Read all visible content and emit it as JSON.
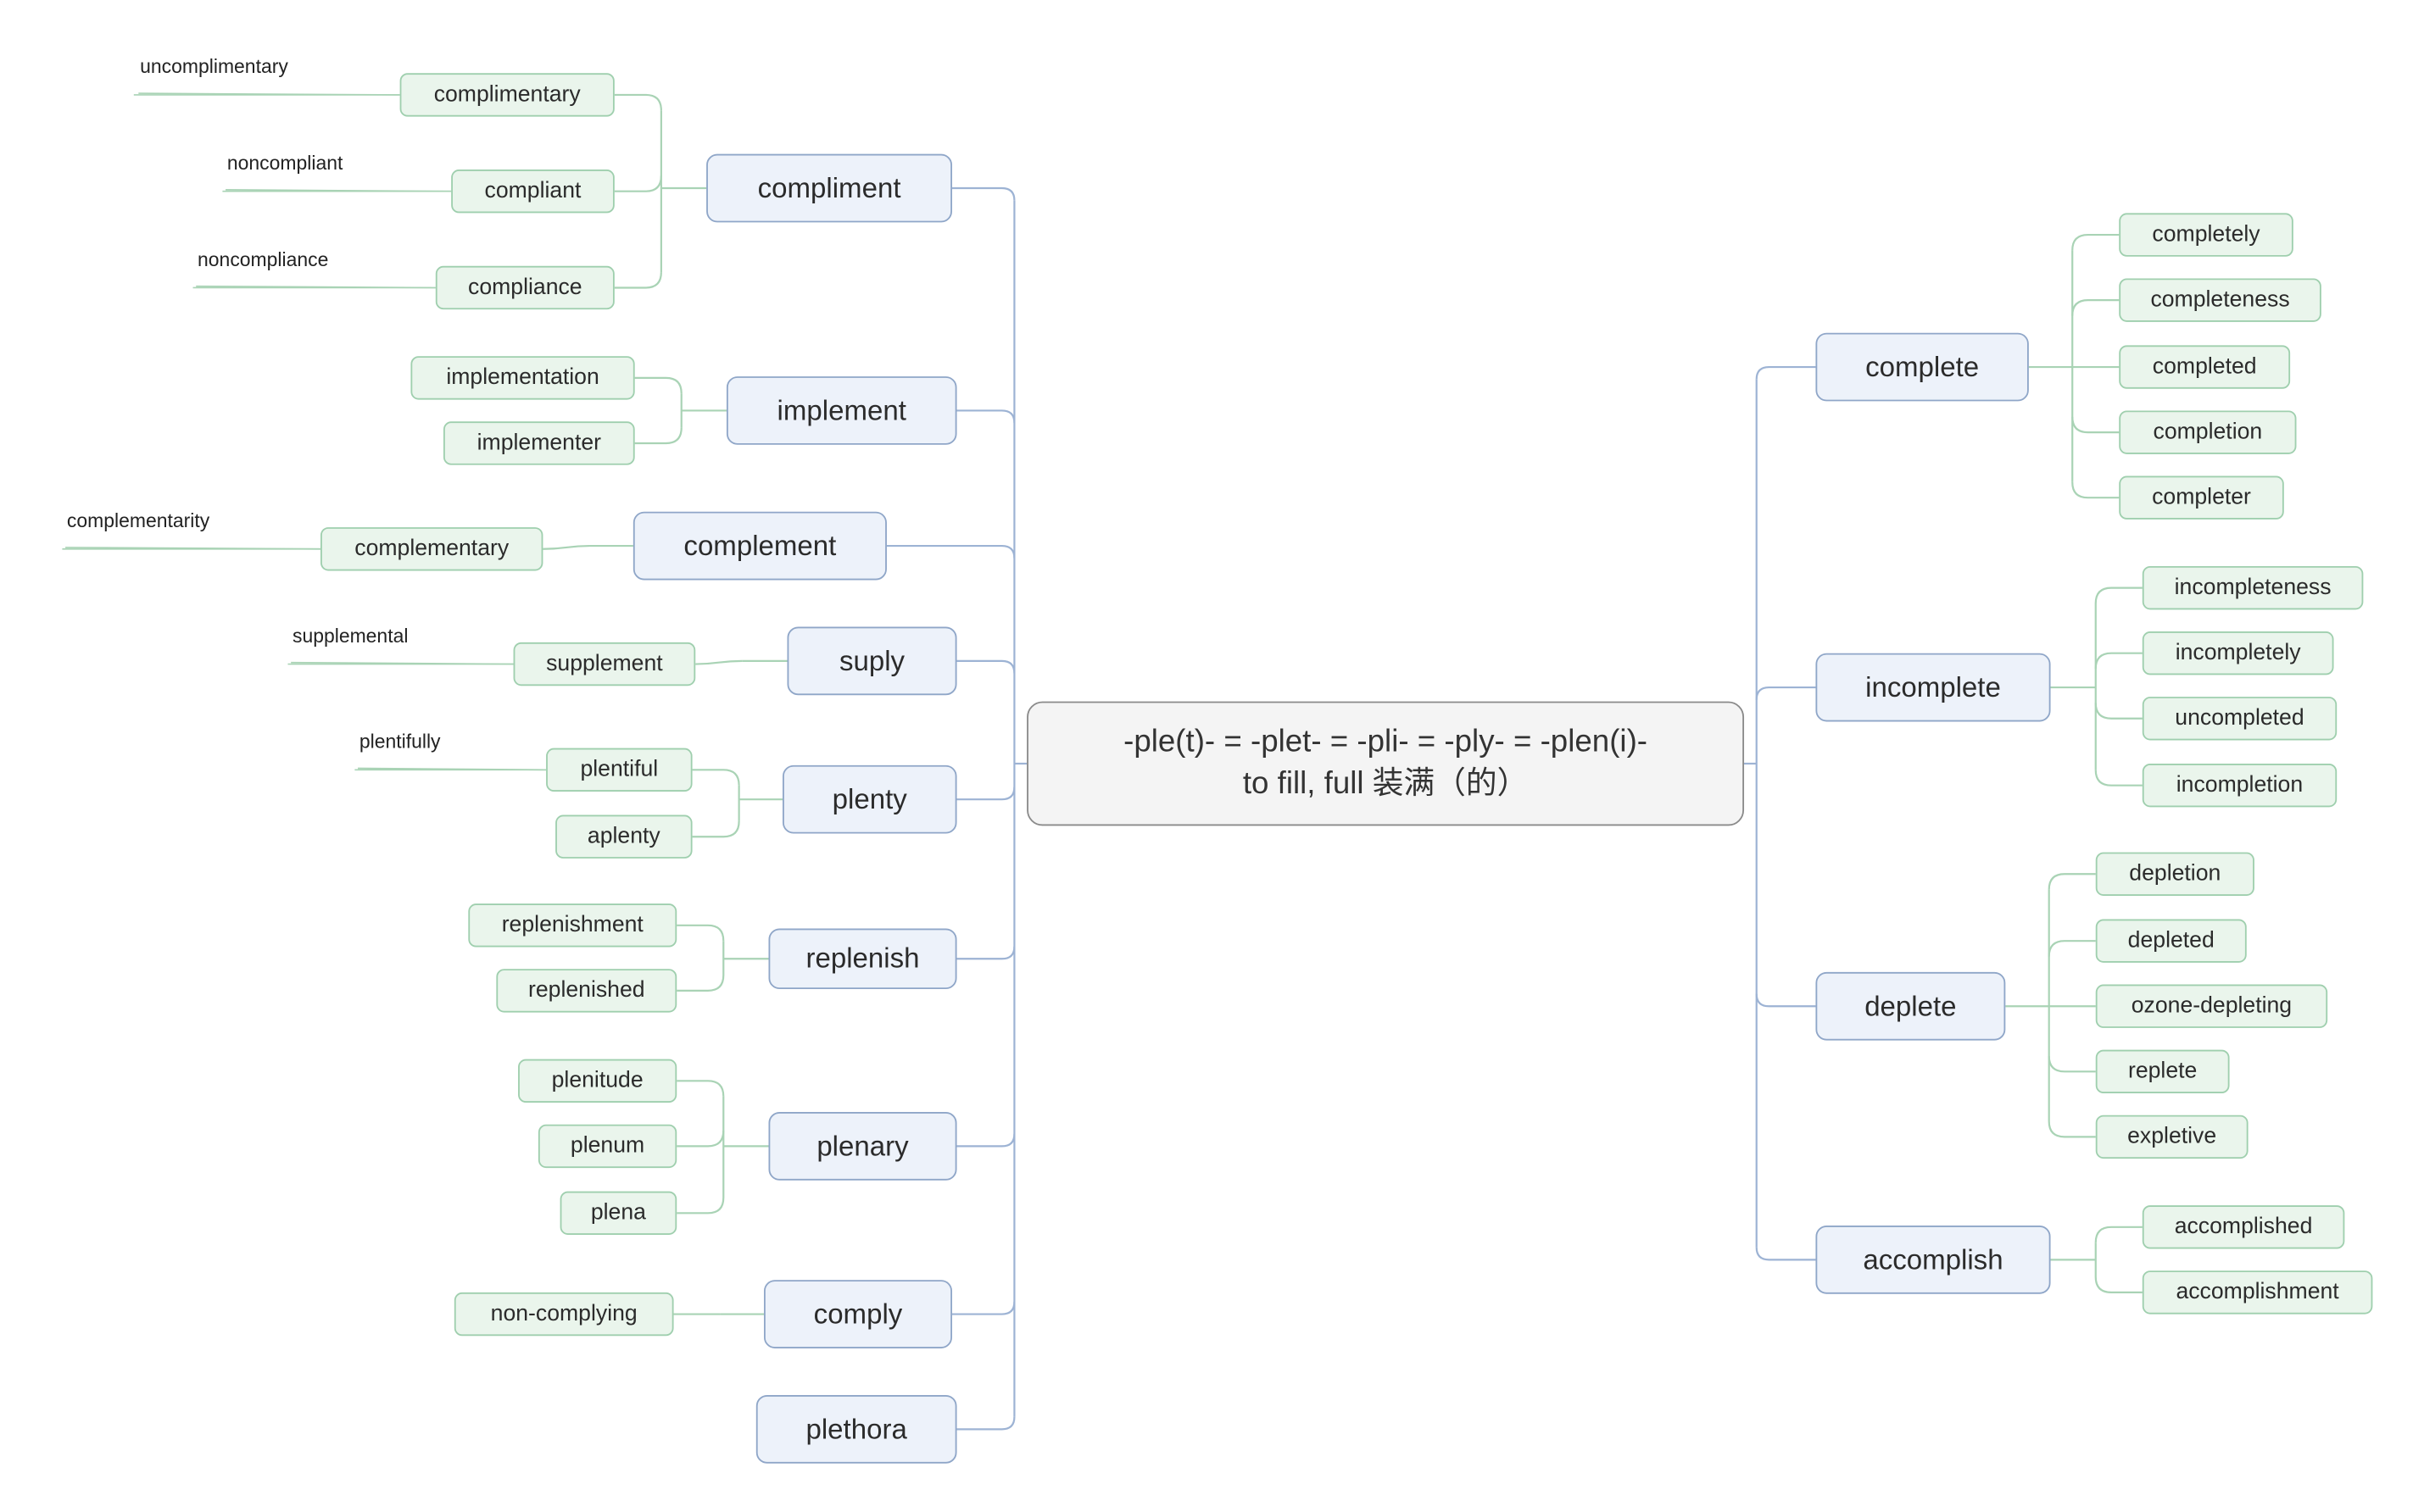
{
  "central": {
    "line1": "-ple(t)- = -plet- = -pli- = -ply- = -plen(i)-",
    "line2": "to fill, full 装满（的）"
  },
  "left": [
    {
      "label": "compliment",
      "children": [
        {
          "label": "complimentary",
          "leaf": "uncomplimentary"
        },
        {
          "label": "compliant",
          "leaf": "noncompliant"
        },
        {
          "label": "compliance",
          "leaf": "noncompliance"
        }
      ]
    },
    {
      "label": "implement",
      "children": [
        {
          "label": "implementation"
        },
        {
          "label": "implementer"
        }
      ]
    },
    {
      "label": "complement",
      "children": [
        {
          "label": "complementary",
          "leaf": "complementarity"
        }
      ]
    },
    {
      "label": "suply",
      "children": [
        {
          "label": "supplement",
          "leaf": "supplemental"
        }
      ]
    },
    {
      "label": "plenty",
      "children": [
        {
          "label": "plentiful",
          "leaf": "plentifully"
        },
        {
          "label": "aplenty"
        }
      ]
    },
    {
      "label": "replenish",
      "children": [
        {
          "label": "replenishment"
        },
        {
          "label": "replenished"
        }
      ]
    },
    {
      "label": "plenary",
      "children": [
        {
          "label": "plenitude"
        },
        {
          "label": "plenum"
        },
        {
          "label": "plena"
        }
      ]
    },
    {
      "label": "comply",
      "children": [
        {
          "label": "non-complying"
        }
      ]
    },
    {
      "label": "plethora",
      "children": []
    }
  ],
  "right": [
    {
      "label": "complete",
      "children": [
        {
          "label": "completely"
        },
        {
          "label": "completeness"
        },
        {
          "label": "completed"
        },
        {
          "label": "completion"
        },
        {
          "label": "completer"
        }
      ]
    },
    {
      "label": "incomplete",
      "children": [
        {
          "label": "incompleteness"
        },
        {
          "label": "incompletely"
        },
        {
          "label": "uncompleted"
        },
        {
          "label": "incompletion"
        }
      ]
    },
    {
      "label": "deplete",
      "children": [
        {
          "label": "depletion"
        },
        {
          "label": "depleted"
        },
        {
          "label": "ozone-depleting"
        },
        {
          "label": "replete"
        },
        {
          "label": "expletive"
        }
      ]
    },
    {
      "label": "accomplish",
      "children": [
        {
          "label": "accomplished"
        },
        {
          "label": "accomplishment"
        }
      ]
    }
  ],
  "colors": {
    "main_line": "#9db3d4",
    "sub_line": "#a9d3b5",
    "leaf_line": "#a9d3b5"
  }
}
